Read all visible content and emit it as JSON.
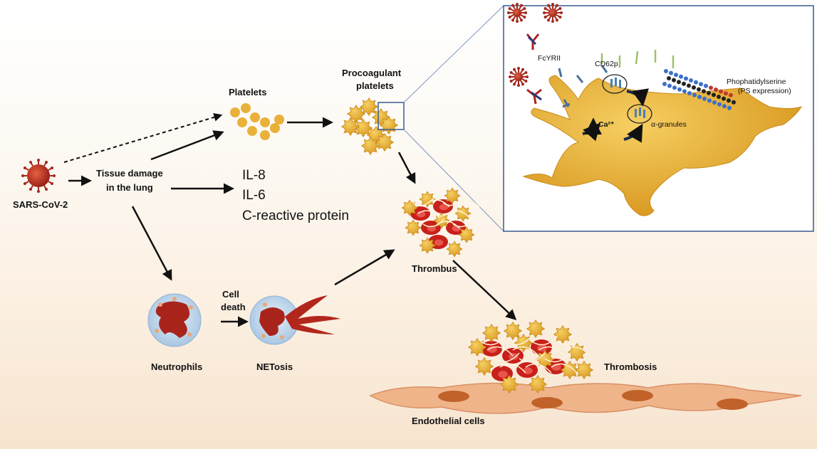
{
  "labels": {
    "virus": "SARS-CoV-2",
    "tissue_damage_line1": "Tissue damage",
    "tissue_damage_line2": "in the lung",
    "platelets": "Platelets",
    "procoagulant_line1": "Procoagulant",
    "procoagulant_line2": "platelets",
    "il8": "IL-8",
    "il6": "IL-6",
    "crp": "C-reactive protein",
    "thrombus": "Thrombus",
    "cell_death_line1": "Cell",
    "cell_death_line2": "death",
    "neutrophils": "Neutrophils",
    "netosis": "NETosis",
    "thrombosis": "Thrombosis",
    "endothelial": "Endothelial cells"
  },
  "inset": {
    "fcyrii": "FcYRII",
    "cd62p": "CD62p",
    "ps_line1": "Phophatidylserine",
    "ps_line2": "(PS expression)",
    "granules": "α-granules",
    "calcium": "Ca²⁺"
  },
  "colors": {
    "platelet": "#e9b13a",
    "platelet_dark": "#c98a1a",
    "rbc": "#c8201a",
    "virus": "#c0392b",
    "neutrophil": "#c9ddf0",
    "nucleus": "#a8241b",
    "endothelium": "#f0b48a",
    "endo_nucleus": "#c0622a",
    "inset_border": "#3a5a8f"
  }
}
